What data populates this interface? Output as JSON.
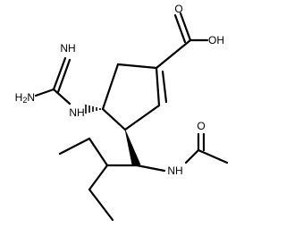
{
  "molecule": {
    "labels": {
      "hydroxyl": "OH",
      "carbonyl_o_acid": "O",
      "imine_nh": "NH",
      "amine_h2n": "H2N",
      "guanidine_nh": "NH",
      "amide_nh": "NH",
      "carbonyl_o_amide": "O"
    }
  }
}
